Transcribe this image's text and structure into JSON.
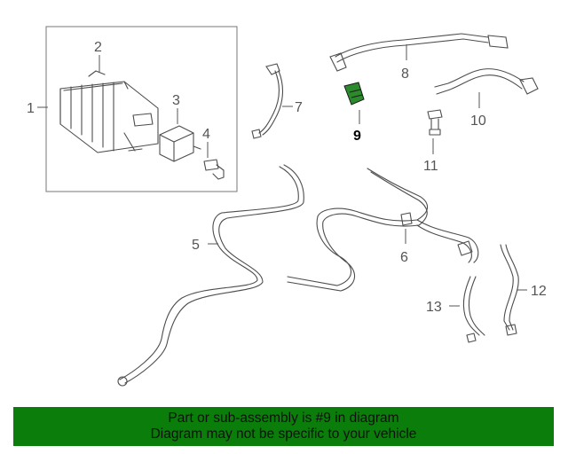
{
  "diagram": {
    "callouts": [
      "1",
      "2",
      "3",
      "4",
      "5",
      "6",
      "7",
      "8",
      "9",
      "10",
      "11",
      "12",
      "13"
    ],
    "highlight": "9",
    "highlight_color": "#2b8a2b",
    "line_color": "#4d4d4d"
  },
  "banner": {
    "line1": "Part or sub-assembly is #9 in diagram",
    "line2": "Diagram may not be specific to your vehicle",
    "background": "#0a7d0a"
  }
}
